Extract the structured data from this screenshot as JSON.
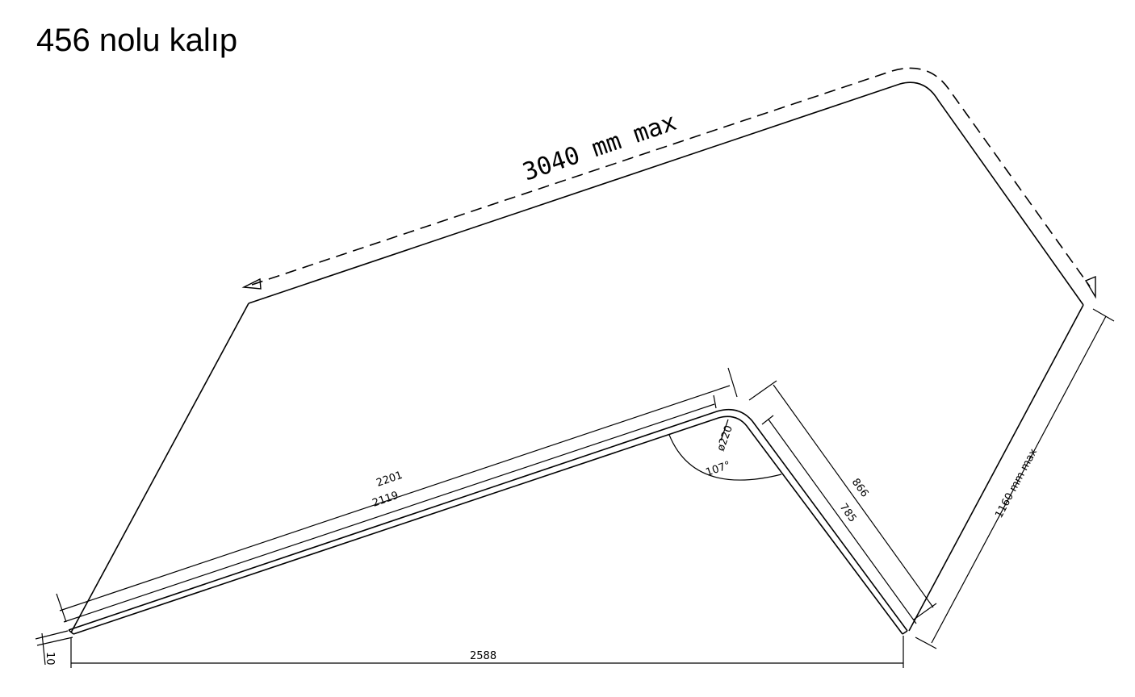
{
  "title": "456 nolu kalıp",
  "dimensions": {
    "overall_length": "3040 mm max",
    "overall_height": "1160 mm max",
    "long_outer": "2201",
    "long_inner": "2119",
    "short_outer": "866",
    "short_inner": "785",
    "bend_diameter": "ø220",
    "bend_angle": "107°",
    "span": "2588",
    "thickness": "10"
  }
}
